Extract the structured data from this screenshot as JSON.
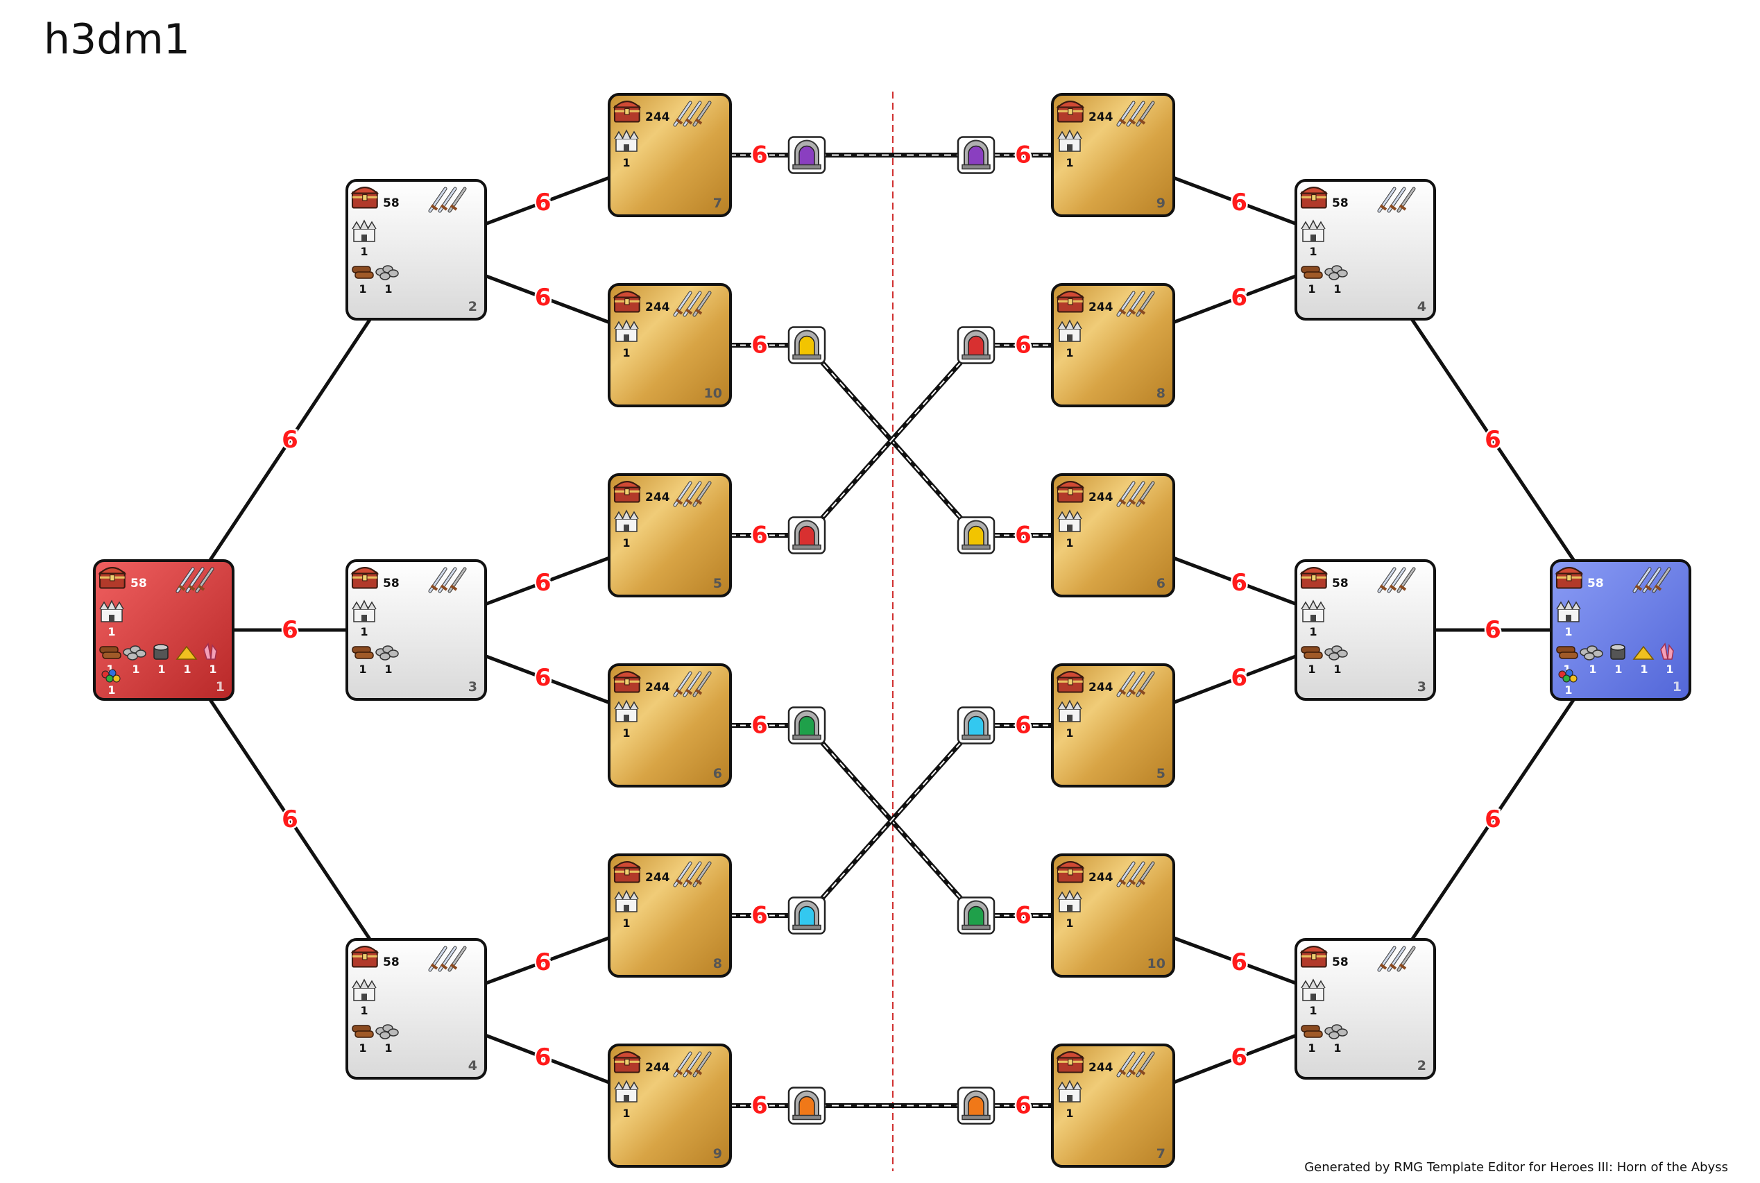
{
  "title": "h3dm1",
  "footer": "Generated by RMG Template Editor for Heroes III: Horn of the Abyss",
  "colors": {
    "edge_label": "#ff1a1a",
    "player_red": "#d63a3a",
    "player_blue": "#6b7fe8",
    "neutral": "#ececec",
    "treasure_zone": "#d9a84a",
    "divider": "#d03030"
  },
  "zones": [
    {
      "id": "L1",
      "type": "player-red",
      "treasure": "58",
      "number": "1",
      "castle": "1",
      "resources": [
        "1",
        "1",
        "1",
        "1",
        "1"
      ],
      "extra": "1"
    },
    {
      "id": "L2",
      "type": "neutral",
      "treasure": "58",
      "number": "2",
      "castle": "1",
      "resources": [
        "1",
        "1"
      ]
    },
    {
      "id": "L3",
      "type": "neutral",
      "treasure": "58",
      "number": "3",
      "castle": "1",
      "resources": [
        "1",
        "1"
      ]
    },
    {
      "id": "L4",
      "type": "neutral",
      "treasure": "58",
      "number": "4",
      "castle": "1",
      "resources": [
        "1",
        "1"
      ]
    },
    {
      "id": "LG7",
      "type": "treasure",
      "treasure": "244",
      "number": "7",
      "castle": "1"
    },
    {
      "id": "LG10",
      "type": "treasure",
      "treasure": "244",
      "number": "10",
      "castle": "1"
    },
    {
      "id": "LG5",
      "type": "treasure",
      "treasure": "244",
      "number": "5",
      "castle": "1"
    },
    {
      "id": "LG6",
      "type": "treasure",
      "treasure": "244",
      "number": "6",
      "castle": "1"
    },
    {
      "id": "LG8",
      "type": "treasure",
      "treasure": "244",
      "number": "8",
      "castle": "1"
    },
    {
      "id": "LG9",
      "type": "treasure",
      "treasure": "244",
      "number": "9",
      "castle": "1"
    },
    {
      "id": "RG9",
      "type": "treasure",
      "treasure": "244",
      "number": "9",
      "castle": "1"
    },
    {
      "id": "RG8",
      "type": "treasure",
      "treasure": "244",
      "number": "8",
      "castle": "1"
    },
    {
      "id": "RG6",
      "type": "treasure",
      "treasure": "244",
      "number": "6",
      "castle": "1"
    },
    {
      "id": "RG5",
      "type": "treasure",
      "treasure": "244",
      "number": "5",
      "castle": "1"
    },
    {
      "id": "RG10",
      "type": "treasure",
      "treasure": "244",
      "number": "10",
      "castle": "1"
    },
    {
      "id": "RG7",
      "type": "treasure",
      "treasure": "244",
      "number": "7",
      "castle": "1"
    },
    {
      "id": "R4",
      "type": "neutral",
      "treasure": "58",
      "number": "4",
      "castle": "1",
      "resources": [
        "1",
        "1"
      ]
    },
    {
      "id": "R3",
      "type": "neutral",
      "treasure": "58",
      "number": "3",
      "castle": "1",
      "resources": [
        "1",
        "1"
      ]
    },
    {
      "id": "R2",
      "type": "neutral",
      "treasure": "58",
      "number": "2",
      "castle": "1",
      "resources": [
        "1",
        "1"
      ]
    },
    {
      "id": "R1",
      "type": "player-blue",
      "treasure": "58",
      "number": "1",
      "castle": "1",
      "resources": [
        "1",
        "1",
        "1",
        "1",
        "1"
      ],
      "extra": "1"
    }
  ],
  "edges": [
    {
      "from": "L1",
      "to": "L2",
      "label": "6"
    },
    {
      "from": "L1",
      "to": "L3",
      "label": "6"
    },
    {
      "from": "L1",
      "to": "L4",
      "label": "6"
    },
    {
      "from": "L2",
      "to": "LG7",
      "label": "6"
    },
    {
      "from": "L2",
      "to": "LG10",
      "label": "6"
    },
    {
      "from": "L3",
      "to": "LG5",
      "label": "6"
    },
    {
      "from": "L3",
      "to": "LG6",
      "label": "6"
    },
    {
      "from": "L4",
      "to": "LG8",
      "label": "6"
    },
    {
      "from": "L4",
      "to": "LG9",
      "label": "6"
    },
    {
      "from": "R1",
      "to": "R4",
      "label": "6"
    },
    {
      "from": "R1",
      "to": "R3",
      "label": "6"
    },
    {
      "from": "R1",
      "to": "R2",
      "label": "6"
    },
    {
      "from": "R4",
      "to": "RG9",
      "label": "6"
    },
    {
      "from": "R4",
      "to": "RG8",
      "label": "6"
    },
    {
      "from": "R3",
      "to": "RG6",
      "label": "6"
    },
    {
      "from": "R3",
      "to": "RG5",
      "label": "6"
    },
    {
      "from": "R2",
      "to": "RG10",
      "label": "6"
    },
    {
      "from": "R2",
      "to": "RG7",
      "label": "6"
    }
  ],
  "portal_links": [
    {
      "from": "LG7",
      "to": "RG9",
      "color": "#8a3fc0",
      "left_label": "6",
      "right_label": "6"
    },
    {
      "from": "LG10",
      "to": "RG6",
      "color": "#f2c400",
      "left_label": "6",
      "right_label": "6"
    },
    {
      "from": "LG5",
      "to": "RG8",
      "color": "#d83030",
      "left_label": "6",
      "right_label": "6"
    },
    {
      "from": "LG6",
      "to": "RG10",
      "color": "#1fa04a",
      "left_label": "6",
      "right_label": "6"
    },
    {
      "from": "LG8",
      "to": "RG5",
      "color": "#33c8f0",
      "left_label": "6",
      "right_label": "6"
    },
    {
      "from": "LG9",
      "to": "RG7",
      "color": "#f07818",
      "left_label": "6",
      "right_label": "6"
    }
  ]
}
